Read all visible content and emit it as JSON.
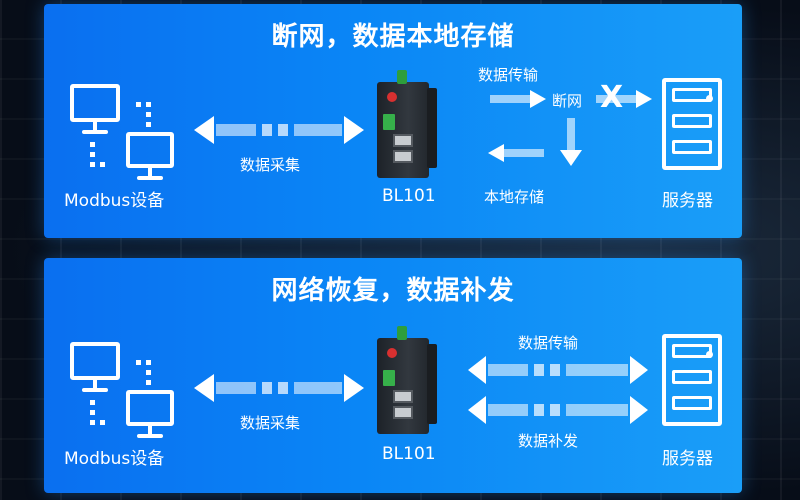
{
  "panel_top": {
    "title": "断网，数据本地存储",
    "device_label": "Modbus设备",
    "collect_label": "数据采集",
    "gateway_label": "BL101",
    "transfer_label": "数据传输",
    "disconnect_label": "断网",
    "local_storage_label": "本地存储",
    "server_label": "服务器",
    "x_mark": "X"
  },
  "panel_bottom": {
    "title": "网络恢复，数据补发",
    "device_label": "Modbus设备",
    "collect_label": "数据采集",
    "gateway_label": "BL101",
    "transfer_label": "数据传输",
    "resend_label": "数据补发",
    "server_label": "服务器"
  },
  "colors": {
    "panel_gradient_start": "#0a6ff0",
    "panel_gradient_end": "#1a9ef8",
    "background": "#070d18",
    "arrow": "#ffffff"
  },
  "icons": [
    "monitor-icon",
    "gateway-device-icon",
    "server-icon",
    "arrow-icon",
    "disconnect-x-icon"
  ]
}
